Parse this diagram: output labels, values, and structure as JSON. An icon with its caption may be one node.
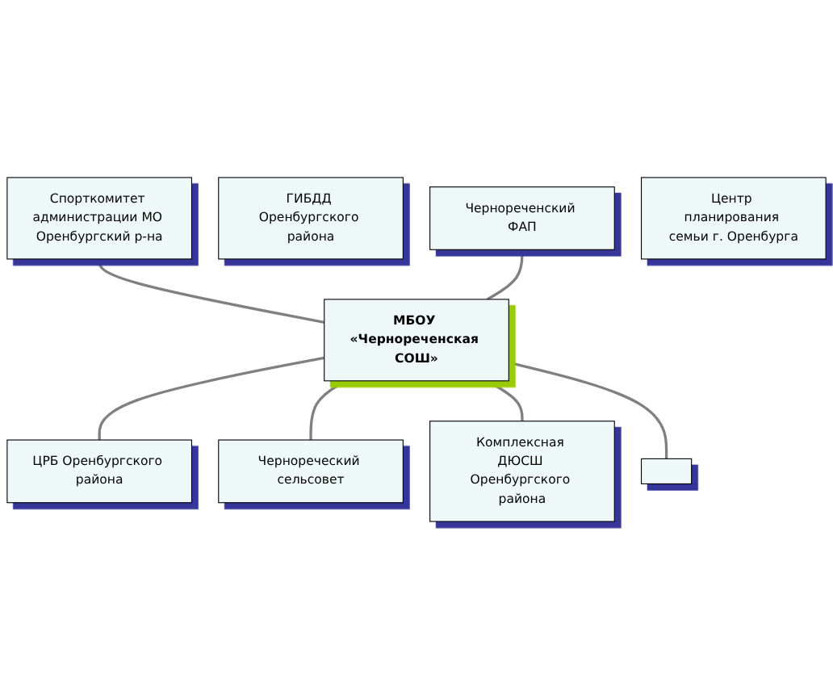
{
  "diagram": {
    "nodes": [
      {
        "text": [
          "Спорткомитет администрации МО Оренбургский р-на"
        ]
      },
      {
        "text": [
          "ГИБДД Оренбургского района"
        ]
      },
      {
        "text": [
          "Чернореченский ФАП"
        ]
      },
      {
        "text": [],
        "shape": "box"
      },
      {
        "text": [
          "МБОУ «Чернореченская СОШ»"
        ]
      },
      {
        "text": [
          "ЦРБ Оренбургского района"
        ]
      },
      {
        "text": [
          "Комплексная ДЮСШ Оренбургского района"
        ]
      },
      {
        "text": [
          "Центр планирования семьи г. Оренбурга"
        ]
      },
      {
        "text": [
          "Чернореческий сельсовет"
        ]
      }
    ],
    "edges": [
      {
        "from": 0,
        "to": 4,
        "arrow": "none"
      },
      {
        "from": 2,
        "to": 4,
        "arrow": "none"
      },
      {
        "from": 4,
        "to": 5,
        "arrow": "none"
      },
      {
        "from": 4,
        "to": 8,
        "arrow": "none"
      },
      {
        "from": 4,
        "to": 6,
        "arrow": "none"
      },
      {
        "from": 4,
        "to": 3,
        "arrow": "none"
      }
    ]
  }
}
